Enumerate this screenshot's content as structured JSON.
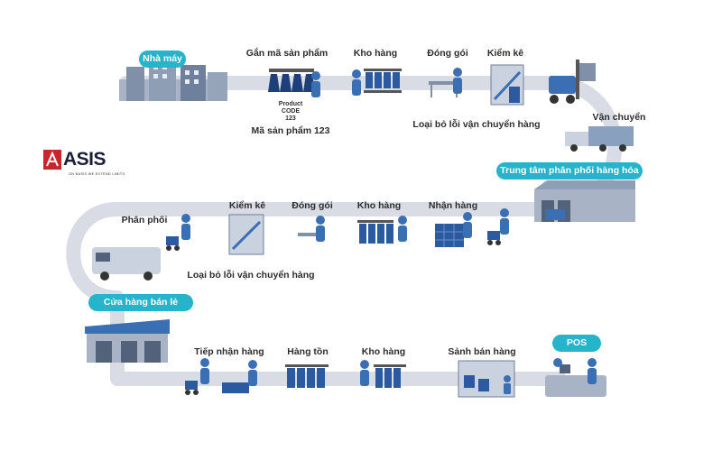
{
  "logo": {
    "text": "ASIS",
    "tagline": "ON BASIS WE EXTEND LIMITS",
    "accent": "#c8252c"
  },
  "colors": {
    "road": "#d9dbe5",
    "pill": "#27b3c9",
    "worker": "#3a6fb3",
    "clothes": "#2b5aa0"
  },
  "row1": {
    "start_pill": "Nhà máy",
    "tag_label": "Gắn mã sản phẩm",
    "tag_code": "Product\nCODE\n123",
    "tag_caption": "Mã sản phẩm 123",
    "warehouse": "Kho hàng",
    "packing": "Đóng gói",
    "inspection": "Kiểm kê",
    "defect_note": "Loại bỏ lỗi vận chuyển hàng",
    "transport": "Vận chuyển",
    "end_pill": "Trung tâm phân phối hàng hóa"
  },
  "row2": {
    "receiving": "Nhận hàng",
    "warehouse": "Kho hàng",
    "packing": "Đóng gói",
    "inspection": "Kiểm kê",
    "defect_note": "Loại bỏ lỗi vận chuyển hàng",
    "distribution": "Phân phối",
    "end_pill": "Cửa hàng bán lẻ"
  },
  "row3": {
    "receiving": "Tiếp nhận hàng",
    "stock": "Hàng tồn",
    "warehouse": "Kho hàng",
    "sales_floor": "Sảnh bán hàng",
    "end_pill": "POS"
  }
}
